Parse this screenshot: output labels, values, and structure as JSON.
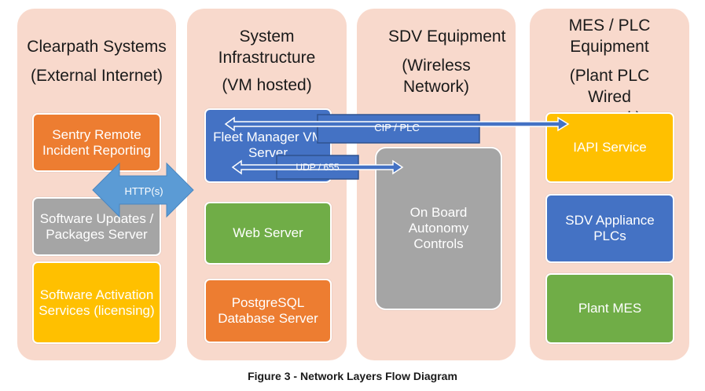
{
  "columns": {
    "clearpath": {
      "title": "Clearpath Systems",
      "subtitle": "(External Internet)"
    },
    "infra": {
      "title": "System Infrastructure",
      "subtitle": "(VM hosted)"
    },
    "sdv": {
      "title": "SDV Equipment",
      "subtitle": "(Wireless Network)"
    },
    "mes": {
      "title": "MES / PLC Equipment",
      "subtitle": "(Plant PLC Wired network)"
    }
  },
  "boxes": {
    "sentry": "Sentry Remote Incident Reporting",
    "updates": "Software Updates / Packages Server",
    "activation": "Software Activation Services (licensing)",
    "fleet_manager": "Fleet Manager VM Server",
    "web_server": "Web Server",
    "postgres": "PostgreSQL Database Server",
    "onboard": "On Board Autonomy Controls",
    "iapi": "IAPI Service",
    "sdv_plcs": "SDV Appliance PLCs",
    "plant_mes": "Plant MES"
  },
  "arrows": {
    "http": "HTTP(s)",
    "cip": "CIP / PLC",
    "udp": "UDP / 655"
  },
  "caption": "Figure 3 - Network Layers Flow Diagram",
  "colors": {
    "column_bg": "#f8d9cc",
    "orange": "#ed7d31",
    "gray": "#a5a5a5",
    "gold": "#ffc000",
    "blue": "#4472c4",
    "green": "#70ad47",
    "arrow": "#5b9bd5"
  }
}
